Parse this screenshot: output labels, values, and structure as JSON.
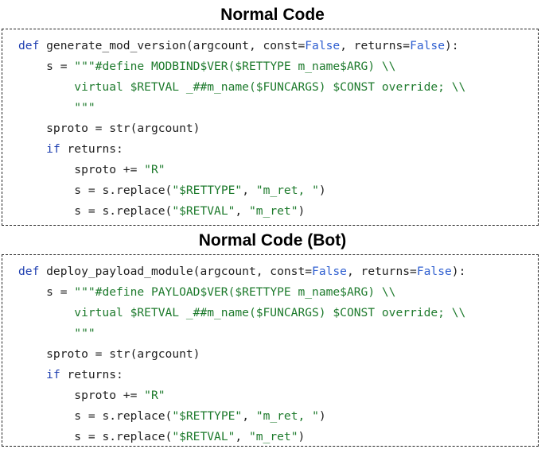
{
  "sections": [
    {
      "title": "Normal Code",
      "lines": [
        [
          {
            "t": "def",
            "c": "kw"
          },
          {
            "t": " generate_mod_version(argcount, const",
            "c": "plain"
          },
          {
            "t": "=",
            "c": "op"
          },
          {
            "t": "False",
            "c": "bool"
          },
          {
            "t": ", returns",
            "c": "plain"
          },
          {
            "t": "=",
            "c": "op"
          },
          {
            "t": "False",
            "c": "bool"
          },
          {
            "t": "):",
            "c": "plain"
          }
        ],
        [
          {
            "t": "    s ",
            "c": "plain"
          },
          {
            "t": "=",
            "c": "op"
          },
          {
            "t": " \"\"\"#define MODBIND$VER($RETTYPE m_name$ARG) \\\\",
            "c": "str"
          }
        ],
        [
          {
            "t": "        virtual $RETVAL _##m_name($FUNCARGS) $CONST override; \\\\",
            "c": "str"
          }
        ],
        [
          {
            "t": "        \"\"\"",
            "c": "str"
          }
        ],
        [
          {
            "t": "    sproto ",
            "c": "plain"
          },
          {
            "t": "=",
            "c": "op"
          },
          {
            "t": " str",
            "c": "builtin"
          },
          {
            "t": "(argcount)",
            "c": "plain"
          }
        ],
        [
          {
            "t": "    ",
            "c": "plain"
          },
          {
            "t": "if",
            "c": "kw"
          },
          {
            "t": " returns:",
            "c": "plain"
          }
        ],
        [
          {
            "t": "        sproto ",
            "c": "plain"
          },
          {
            "t": "+=",
            "c": "op"
          },
          {
            "t": " \"R\"",
            "c": "str"
          }
        ],
        [
          {
            "t": "        s ",
            "c": "plain"
          },
          {
            "t": "=",
            "c": "op"
          },
          {
            "t": " s.replace(",
            "c": "plain"
          },
          {
            "t": "\"$RETTYPE\"",
            "c": "str"
          },
          {
            "t": ", ",
            "c": "plain"
          },
          {
            "t": "\"m_ret, \"",
            "c": "str"
          },
          {
            "t": ")",
            "c": "plain"
          }
        ],
        [
          {
            "t": "        s ",
            "c": "plain"
          },
          {
            "t": "=",
            "c": "op"
          },
          {
            "t": " s.replace(",
            "c": "plain"
          },
          {
            "t": "\"$RETVAL\"",
            "c": "str"
          },
          {
            "t": ", ",
            "c": "plain"
          },
          {
            "t": "\"m_ret\"",
            "c": "str"
          },
          {
            "t": ")",
            "c": "plain"
          }
        ]
      ]
    },
    {
      "title": "Normal Code (Bot)",
      "lines": [
        [
          {
            "t": "def",
            "c": "kw"
          },
          {
            "t": " deploy_payload_module(argcount, const",
            "c": "plain"
          },
          {
            "t": "=",
            "c": "op"
          },
          {
            "t": "False",
            "c": "bool"
          },
          {
            "t": ", returns",
            "c": "plain"
          },
          {
            "t": "=",
            "c": "op"
          },
          {
            "t": "False",
            "c": "bool"
          },
          {
            "t": "):",
            "c": "plain"
          }
        ],
        [
          {
            "t": "    s ",
            "c": "plain"
          },
          {
            "t": "=",
            "c": "op"
          },
          {
            "t": " \"\"\"#define PAYLOAD$VER($RETTYPE m_name$ARG) \\\\",
            "c": "str"
          }
        ],
        [
          {
            "t": "        virtual $RETVAL _##m_name($FUNCARGS) $CONST override; \\\\",
            "c": "str"
          }
        ],
        [
          {
            "t": "        \"\"\"",
            "c": "str"
          }
        ],
        [
          {
            "t": "    sproto ",
            "c": "plain"
          },
          {
            "t": "=",
            "c": "op"
          },
          {
            "t": " str",
            "c": "builtin"
          },
          {
            "t": "(argcount)",
            "c": "plain"
          }
        ],
        [
          {
            "t": "    ",
            "c": "plain"
          },
          {
            "t": "if",
            "c": "kw"
          },
          {
            "t": " returns:",
            "c": "plain"
          }
        ],
        [
          {
            "t": "        sproto ",
            "c": "plain"
          },
          {
            "t": "+=",
            "c": "op"
          },
          {
            "t": " \"R\"",
            "c": "str"
          }
        ],
        [
          {
            "t": "        s ",
            "c": "plain"
          },
          {
            "t": "=",
            "c": "op"
          },
          {
            "t": " s.replace(",
            "c": "plain"
          },
          {
            "t": "\"$RETTYPE\"",
            "c": "str"
          },
          {
            "t": ", ",
            "c": "plain"
          },
          {
            "t": "\"m_ret, \"",
            "c": "str"
          },
          {
            "t": ")",
            "c": "plain"
          }
        ],
        [
          {
            "t": "        s ",
            "c": "plain"
          },
          {
            "t": "=",
            "c": "op"
          },
          {
            "t": " s.replace(",
            "c": "plain"
          },
          {
            "t": "\"$RETVAL\"",
            "c": "str"
          },
          {
            "t": ", ",
            "c": "plain"
          },
          {
            "t": "\"m_ret\"",
            "c": "str"
          },
          {
            "t": ")",
            "c": "plain"
          }
        ]
      ]
    }
  ],
  "colors": {
    "keyword": "#1f3fb0",
    "boolean": "#2f5fd0",
    "string": "#1d7a2c",
    "text": "#1e1e1e",
    "border": "#222222"
  }
}
